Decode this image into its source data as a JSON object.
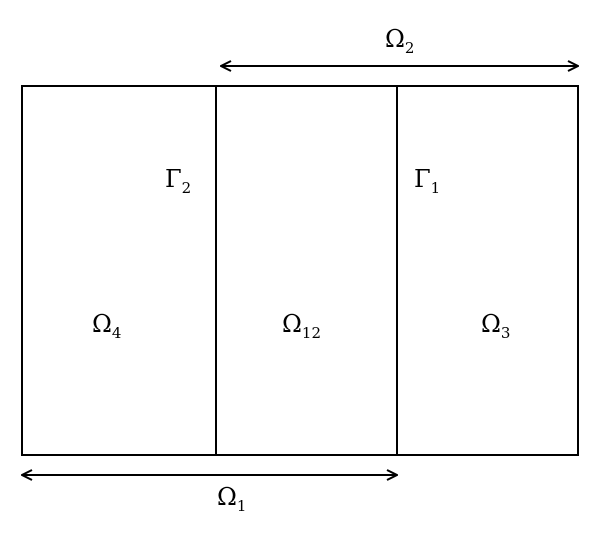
{
  "diagram": {
    "top_arrow": {
      "label": "Ω",
      "sub": "2"
    },
    "bottom_arrow": {
      "label": "Ω",
      "sub": "1"
    },
    "boundaries": [
      {
        "label": "Γ",
        "sub": "2"
      },
      {
        "label": "Γ",
        "sub": "1"
      }
    ],
    "regions": [
      {
        "label": "Ω",
        "sub": "4"
      },
      {
        "label": "Ω",
        "sub": "12"
      },
      {
        "label": "Ω",
        "sub": "3"
      }
    ],
    "colors": {
      "stroke": "#000000",
      "background": "#ffffff"
    }
  }
}
